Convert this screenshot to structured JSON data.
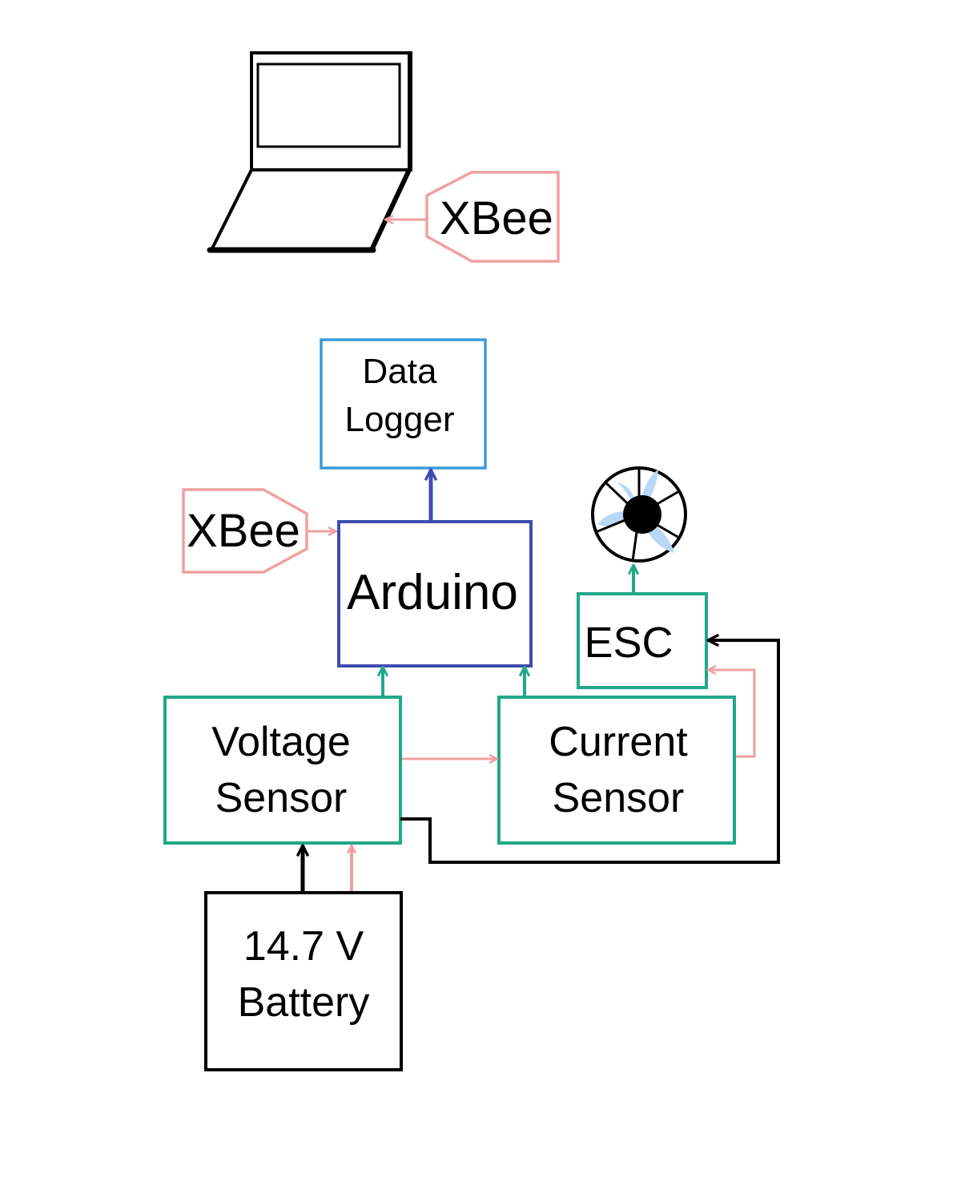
{
  "labels": {
    "xbee_laptop": "XBee",
    "xbee_arduino": "XBee",
    "data_logger_line1": "Data",
    "data_logger_line2": "Logger",
    "arduino": "Arduino",
    "esc": "ESC",
    "voltage_sensor_line1": "Voltage",
    "voltage_sensor_line2": "Sensor",
    "current_sensor_line1": "Current",
    "current_sensor_line2": "Sensor",
    "battery_line1": "14.7 V",
    "battery_line2": "Battery"
  },
  "colors": {
    "xbee": "#f0a0a0",
    "data_logger": "#3a9ad9",
    "arduino": "#3f4db0",
    "sensor": "#20a88a",
    "power": "#000000",
    "fan_blade": "#b8d8f5"
  },
  "icons": [
    "laptop-icon",
    "fan-icon"
  ]
}
